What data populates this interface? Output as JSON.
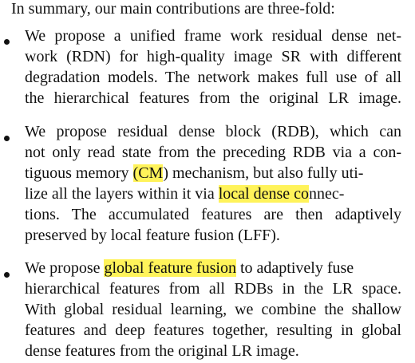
{
  "intro": "In summary, our main contributions are three-fold:",
  "bullets": [
    {
      "lines": [
        "We propose a unified frame work residual dense net-",
        "work (RDN) for high-quality image SR with different",
        "degradation models. The network makes full use of all",
        "the hierarchical features from the original LR image."
      ]
    },
    {
      "lines": [
        "We propose residual dense block (RDB), which can",
        "not only read state from the preceding RDB via a con-",
        "tiguous memory ",
        "(CM",
        ") mechanism, but also fully uti-",
        "lize all the layers within it via ",
        "local dense co",
        "nnec-",
        "tions. The accumulated features are then adaptively",
        "preserved by local feature fusion (LFF)."
      ]
    },
    {
      "lines": [
        "We propose ",
        "global feature fusion",
        " to adaptively fuse",
        "hierarchical features from all RDBs in the LR space.",
        "With global residual learning, we combine the shallow",
        "features and deep features together, resulting in global",
        "dense features from the original LR image."
      ]
    }
  ],
  "highlight_color": "#fff35a"
}
